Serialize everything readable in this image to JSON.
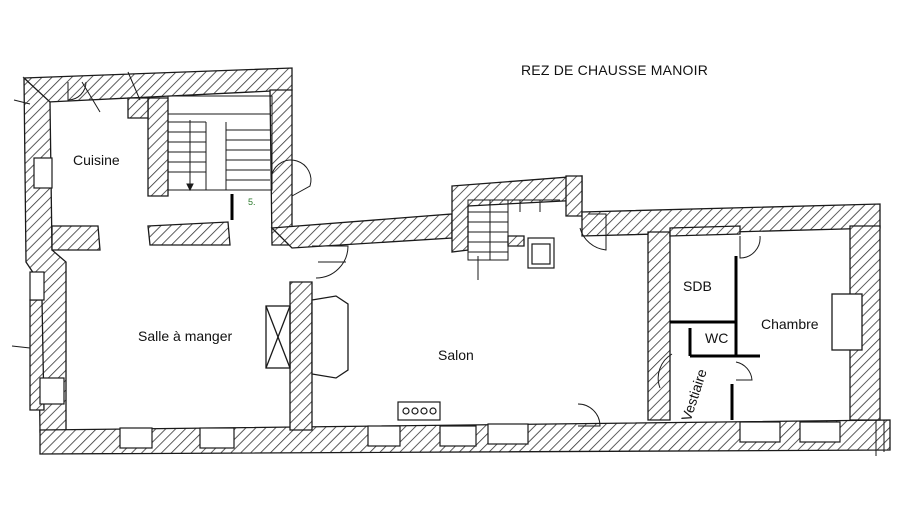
{
  "title": "REZ DE CHAUSSE MANOIR",
  "rooms": {
    "cuisine": "Cuisine",
    "salle": "Salle à manger",
    "salon": "Salon",
    "sdb": "SDB",
    "wc": "WC",
    "chambre": "Chambre",
    "vestiaire": "Vestiaire"
  },
  "stair_mark": "5.",
  "colors": {
    "wall_outline": "#1a1a1a",
    "hatch": "#333333",
    "background": "#ffffff",
    "step_mark": "#2b7a2b"
  }
}
